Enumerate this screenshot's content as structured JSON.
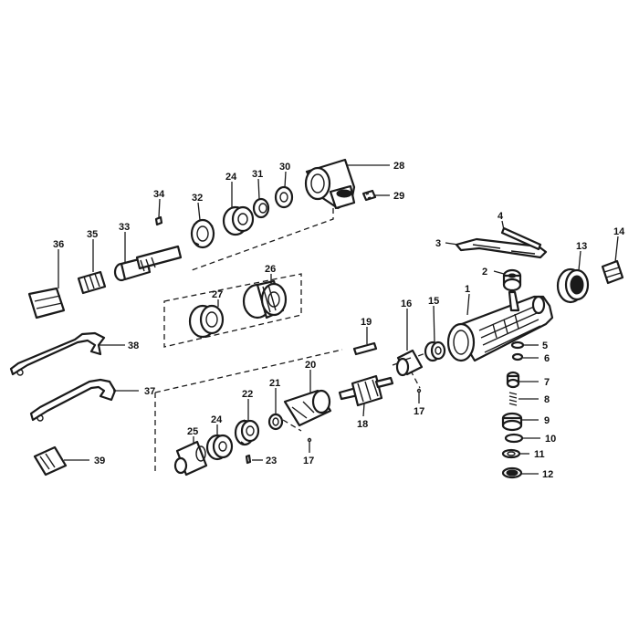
{
  "diagram": {
    "callouts": [
      "1",
      "2",
      "3",
      "4",
      "5",
      "6",
      "7",
      "8",
      "9",
      "10",
      "11",
      "12",
      "13",
      "14",
      "15",
      "16",
      "17",
      "17b",
      "18",
      "19",
      "20",
      "21",
      "22",
      "23",
      "24",
      "24b",
      "25",
      "26",
      "27",
      "28",
      "29",
      "30",
      "31",
      "32",
      "33",
      "34",
      "35",
      "36",
      "37",
      "38",
      "39"
    ],
    "labels": {
      "1": "1",
      "2": "2",
      "3": "3",
      "4": "4",
      "5": "5",
      "6": "6",
      "7": "7",
      "8": "8",
      "9": "9",
      "10": "10",
      "11": "11",
      "12": "12",
      "13": "13",
      "14": "14",
      "15": "15",
      "16": "16",
      "17": "17",
      "17b": "17",
      "18": "18",
      "19": "19",
      "20": "20",
      "21": "21",
      "22": "22",
      "23": "23",
      "24": "24",
      "24b": "24",
      "25": "25",
      "26": "26",
      "27": "27",
      "28": "28",
      "29": "29",
      "30": "30",
      "31": "31",
      "32": "32",
      "33": "33",
      "34": "34",
      "35": "35",
      "36": "36",
      "37": "37",
      "38": "38",
      "39": "39"
    }
  }
}
